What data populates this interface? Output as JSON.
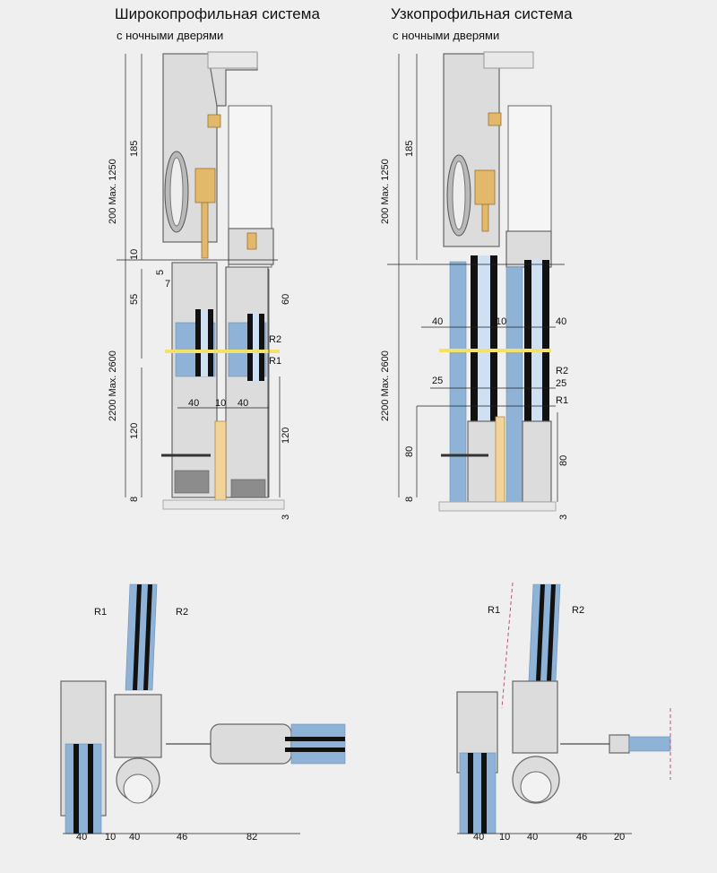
{
  "panels": {
    "wide": {
      "title": "Широкопрофильная система",
      "subtitle": "с ночными дверями",
      "dims": [
        "200 Max. 1250",
        "185",
        "10",
        "5",
        "7",
        "55",
        "60",
        "R2",
        "R1",
        "2200 Max. 2600",
        "40",
        "10",
        "40",
        "120",
        "120",
        "8",
        "3"
      ]
    },
    "narrow": {
      "title": "Узкопрофильная система",
      "subtitle": "с ночными дверями",
      "dims": [
        "200 Max. 1250",
        "185",
        "40",
        "10",
        "40",
        "R2",
        "25",
        "25",
        "R1",
        "2200 Max. 2600",
        "80",
        "80",
        "8",
        "3"
      ]
    },
    "wide_plan": {
      "dims": [
        "R1",
        "R2",
        "40",
        "10",
        "40",
        "46",
        "82"
      ]
    },
    "narrow_plan": {
      "dims": [
        "R1",
        "R2",
        "40",
        "10",
        "40",
        "46",
        "20"
      ]
    }
  },
  "colors": {
    "background": "#efefef",
    "glass": "#8fb3d6",
    "brass": "#e2b86a",
    "profile": "#dcdcdc"
  }
}
